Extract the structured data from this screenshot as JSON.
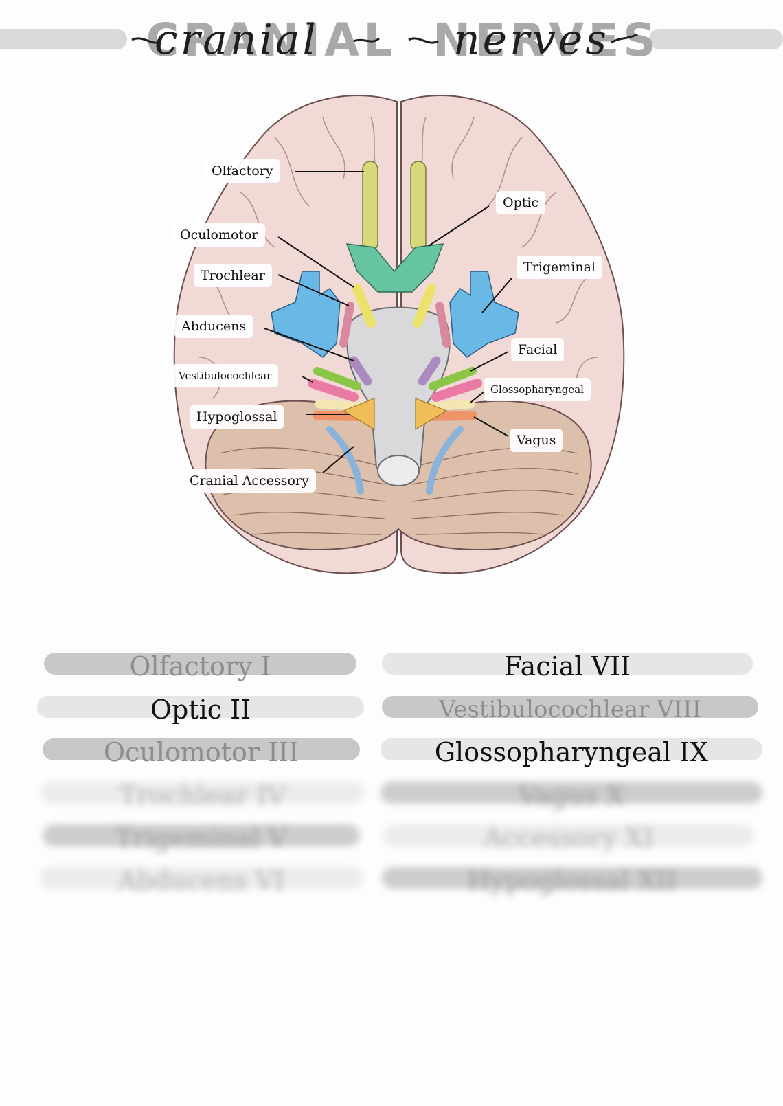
{
  "title": {
    "print_word_1": "CRANIAL",
    "print_word_2": "NERVES",
    "script_word_1": "cranial",
    "script_word_2": "nerves"
  },
  "diagram": {
    "labels": {
      "olfactory": "Olfactory",
      "optic": "Optic",
      "oculomotor": "Oculomotor",
      "trigeminal": "Trigeminal",
      "trochlear": "Trochlear",
      "abducens": "Abducens",
      "facial": "Facial",
      "vestibulocochlear": "Vestibulocochlear",
      "glossopharyngeal": "Glossopharyngeal",
      "hypoglossal": "Hypoglossal",
      "vagus": "Vagus",
      "cranial_accessory": "Cranial Accessory"
    },
    "colors": {
      "cortex": "#f1d9d6",
      "gyri_line": "#b68f8e",
      "cerebellum": "#dcc0ab",
      "brainstem": "#d9d9dc",
      "olfactory": "#d6d879",
      "optic_chiasm": "#67c4a0",
      "oculomotor": "#ece26a",
      "trochlear": "#d889a0",
      "trigeminal": "#6ab8e6",
      "abducens": "#a98bbf",
      "facial": "#8cc646",
      "vestibulocochlear": "#ea7aa4",
      "glossopharyngeal": "#f3e6b1",
      "vagus": "#ef9468",
      "hypoglossal": "#f0bd58",
      "accessory": "#8ab2da"
    }
  },
  "nerve_list": {
    "left": [
      {
        "text": "Olfactory I",
        "state": "faded"
      },
      {
        "text": "Optic II",
        "state": "revealed"
      },
      {
        "text": "Oculomotor III",
        "state": "faded"
      },
      {
        "text": "Trochlear IV",
        "state": "blurred"
      },
      {
        "text": "Trigeminal V",
        "state": "blurred"
      },
      {
        "text": "Abducens VI",
        "state": "blurred"
      }
    ],
    "right": [
      {
        "text": "Facial VII",
        "state": "revealed"
      },
      {
        "text": "Vestibulocochlear VIII",
        "state": "faded"
      },
      {
        "text": "Glossopharyngeal IX",
        "state": "revealed"
      },
      {
        "text": "Vagus X",
        "state": "blurred"
      },
      {
        "text": "Accessory XI",
        "state": "blurred"
      },
      {
        "text": "Hypoglossal XII",
        "state": "blurred"
      }
    ]
  }
}
